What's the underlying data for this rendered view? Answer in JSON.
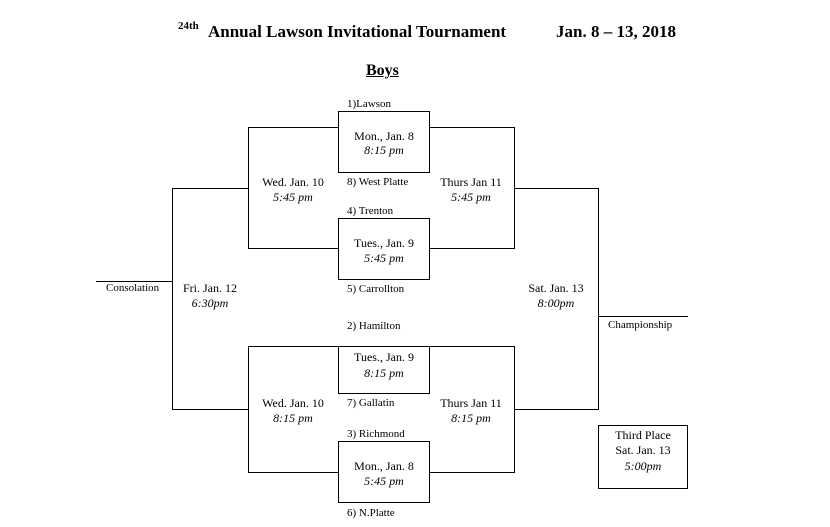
{
  "header": {
    "ordinal": "24th",
    "name": "Annual Lawson Invitational Tournament",
    "dates": "Jan. 8 – 13, 2018"
  },
  "section": "Boys",
  "teams": {
    "t1": "1)Lawson",
    "t8": "8) West Platte",
    "t4": "4) Trenton",
    "t5": "5) Carrollton",
    "t2": "2) Hamilton",
    "t7": "7) Gallatin",
    "t3": "3) Richmond",
    "t6": "6) N.Platte"
  },
  "games": {
    "g1": {
      "day": "Mon., Jan. 8",
      "time": "8:15 pm"
    },
    "g2": {
      "day": "Tues., Jan. 9",
      "time": "5:45 pm"
    },
    "g3": {
      "day": "Tues., Jan. 9",
      "time": "8:15 pm"
    },
    "g4": {
      "day": "Mon., Jan. 8",
      "time": "5:45 pm"
    },
    "wed_top": {
      "day": "Wed. Jan. 10",
      "time": "5:45 pm"
    },
    "wed_bot": {
      "day": "Wed. Jan. 10",
      "time": "8:15 pm"
    },
    "thu_top": {
      "day": "Thurs Jan 11",
      "time": "5:45 pm"
    },
    "thu_bot": {
      "day": "Thurs Jan 11",
      "time": "8:15 pm"
    },
    "fri": {
      "day": "Fri. Jan. 12",
      "time": "6:30pm"
    },
    "sat": {
      "day": "Sat. Jan. 13",
      "time": "8:00pm"
    }
  },
  "labels": {
    "consolation": "Consolation",
    "championship": "Championship"
  },
  "third_place": {
    "title": "Third Place",
    "day": "Sat. Jan. 13",
    "time": "5:00pm"
  }
}
